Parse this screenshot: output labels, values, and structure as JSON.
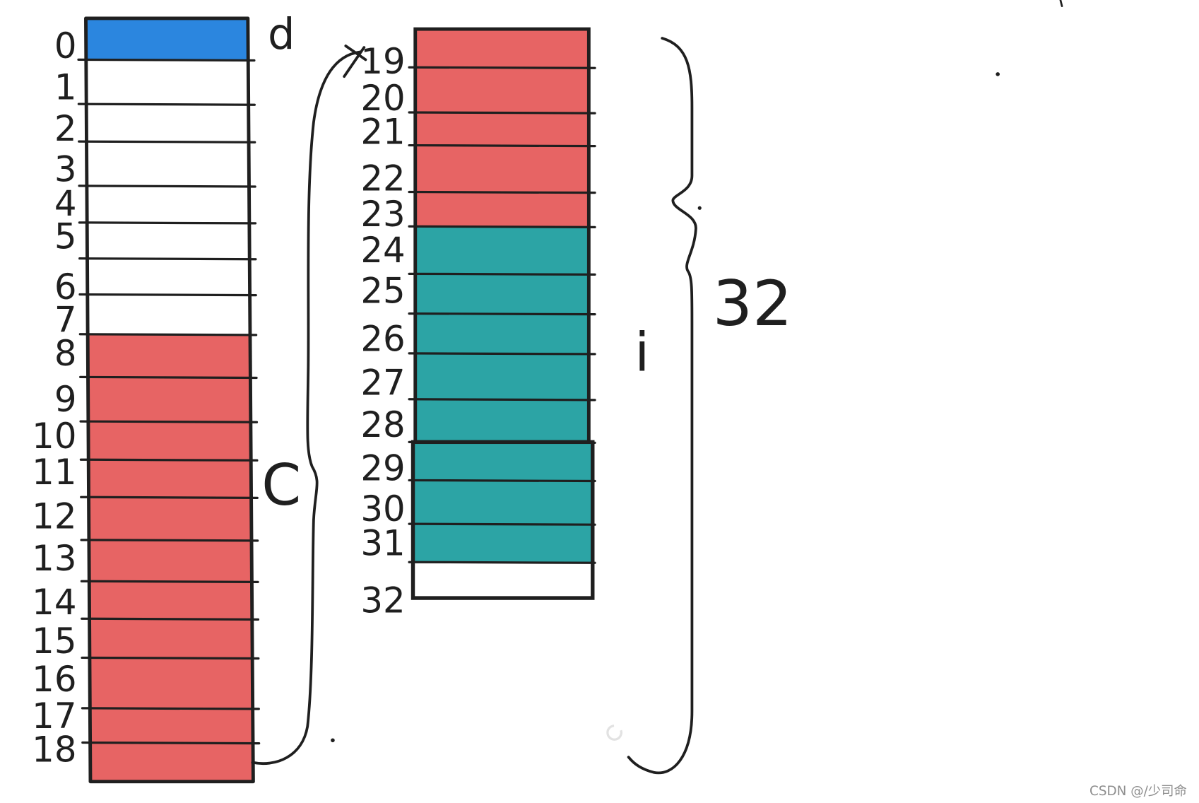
{
  "colors": {
    "blue": "#2B86DF",
    "red": "#E76464",
    "teal": "#2CA4A5",
    "white": "#FFFFFF",
    "ink": "#1F1F1F",
    "watermark": "#8E8E8E",
    "faint": "#E2E2E2"
  },
  "left_column": {
    "cells": [
      {
        "label": "0",
        "fill": "blue"
      },
      {
        "label": "1",
        "fill": "white"
      },
      {
        "label": "2",
        "fill": "white"
      },
      {
        "label": "3",
        "fill": "white"
      },
      {
        "label": "4",
        "fill": "white"
      },
      {
        "label": "5",
        "fill": "white"
      },
      {
        "label": "6",
        "fill": "white"
      },
      {
        "label": "7",
        "fill": "white"
      },
      {
        "label": "8",
        "fill": "red"
      },
      {
        "label": "9",
        "fill": "red"
      },
      {
        "label": "10",
        "fill": "red"
      },
      {
        "label": "11",
        "fill": "red"
      },
      {
        "label": "12",
        "fill": "red"
      },
      {
        "label": "13",
        "fill": "red"
      },
      {
        "label": "14",
        "fill": "red"
      },
      {
        "label": "15",
        "fill": "red"
      },
      {
        "label": "16",
        "fill": "red"
      },
      {
        "label": "17",
        "fill": "red"
      },
      {
        "label": "18",
        "fill": "red"
      }
    ],
    "member_labels": [
      "d",
      "C"
    ]
  },
  "right_column": {
    "cells": [
      {
        "label": "19",
        "fill": "red"
      },
      {
        "label": "20",
        "fill": "red"
      },
      {
        "label": "21",
        "fill": "red"
      },
      {
        "label": "22",
        "fill": "red"
      },
      {
        "label": "23",
        "fill": "red"
      },
      {
        "label": "24",
        "fill": "teal"
      },
      {
        "label": "25",
        "fill": "teal"
      },
      {
        "label": "26",
        "fill": "teal"
      },
      {
        "label": "27",
        "fill": "teal"
      },
      {
        "label": "28",
        "fill": "teal"
      },
      {
        "label": "29",
        "fill": "teal"
      },
      {
        "label": "30",
        "fill": "teal"
      },
      {
        "label": "31",
        "fill": "teal"
      },
      {
        "label": "32",
        "fill": "white"
      }
    ],
    "member_label": "i",
    "brace_label": "32"
  },
  "watermark": "CSDN @/少司命"
}
